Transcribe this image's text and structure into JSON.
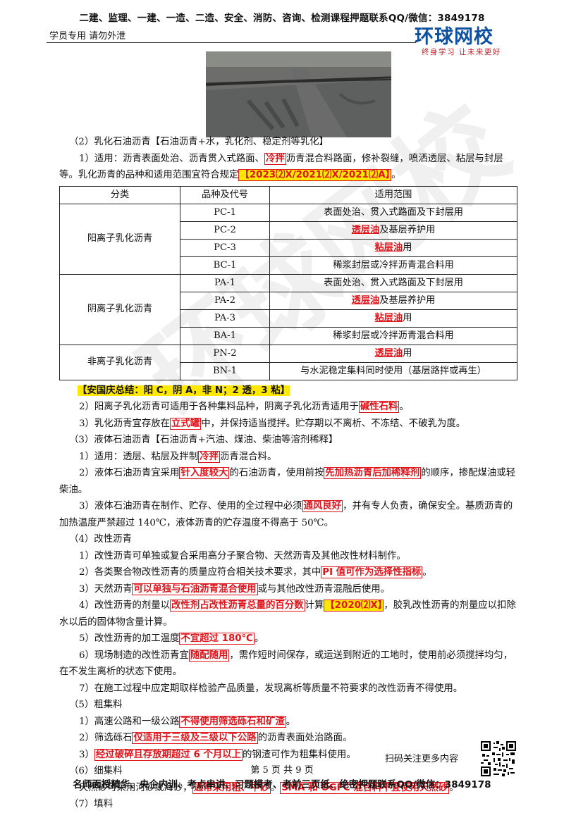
{
  "header": {
    "top_banner": "二建、监理、一建、一造、二造、安全、消防、咨询、检测课程押题联系QQ/微信：3849178",
    "left_note": "学员专用 请勿外泄",
    "logo_main": "环球网校",
    "logo_sub": "终身学习 让未来更好"
  },
  "sec2": {
    "title": "（2）乳化石油沥青【石油沥青+水，乳化剂、稳定剂等乳化】",
    "p1_a": "1）适用：沥青表面处治、沥青贯入式路面、",
    "p1_hl": "冷拌",
    "p1_b": "沥青混合料路面，修补裂缝，喷洒透层、粘层与封层等。乳化沥青的品种和适用范围宜符合规定",
    "p1_exam": "【2023⑵X/2021⑵X/2021⑵A】",
    "p1_c": "。"
  },
  "table": {
    "headers": [
      "分类",
      "品种及代号",
      "适用范围"
    ],
    "groups": [
      {
        "category": "阳离子乳化沥青",
        "rows": [
          {
            "code": "PC-1",
            "pre": "表面处治、贯入式路面及下封层用",
            "hl": "",
            "post": ""
          },
          {
            "code": "PC-2",
            "pre": "",
            "hl": "透层油",
            "post": "及基层养护用"
          },
          {
            "code": "PC-3",
            "pre": "",
            "hl": "粘层油",
            "post": "用"
          },
          {
            "code": "BC-1",
            "pre": "稀浆封层或冷拌沥青混合料用",
            "hl": "",
            "post": ""
          }
        ]
      },
      {
        "category": "阴离子乳化沥青",
        "rows": [
          {
            "code": "PA-1",
            "pre": "表面处治、贯入式路面及下封层用",
            "hl": "",
            "post": ""
          },
          {
            "code": "PA-2",
            "pre": "",
            "hl": "透层油",
            "post": "及基层养护用"
          },
          {
            "code": "PA-3",
            "pre": "",
            "hl": "粘层油",
            "post": "用"
          },
          {
            "code": "BA-1",
            "pre": "稀浆封层或冷拌沥青混合料用",
            "hl": "",
            "post": ""
          }
        ]
      },
      {
        "category": "非离子乳化沥青",
        "rows": [
          {
            "code": "PN-2",
            "pre": "",
            "hl": "透层油",
            "post": "用"
          },
          {
            "code": "BN-1",
            "pre": "与水泥稳定集料同时使用（基层路拌或再生）",
            "hl": "",
            "post": ""
          }
        ]
      }
    ]
  },
  "summary": "【安国庆总结：阳 C，阴 A，非 N；2 透，3 粘】",
  "lines": {
    "l2_a": "2）阳离子乳化沥青可适用于各种集料品种，阴离子乳化沥青适用于",
    "l2_hl": "碱性石料",
    "l2_b": "。",
    "l3_a": "3）乳化沥青宜存放在",
    "l3_hl": "立式罐",
    "l3_b": "中，并保持适当搅拌。贮存期以不离析、不冻结、不破乳为度。",
    "s3_title": "（3）液体石油沥青【石油沥青+汽油、煤油、柴油等溶剂稀释】",
    "s3_1a": "1）适用：透层、粘层及拌制",
    "s3_1hl": "冷拌",
    "s3_1b": "沥青混合料。",
    "s3_2a": "2）液体石油沥青宜采用",
    "s3_2hl": "针入度较大",
    "s3_2b": "的石油沥青，使用前按",
    "s3_2hl2": "先加热沥青后加稀释剂",
    "s3_2c": "的顺序，掺配煤油或轻柴油。",
    "s3_3a": "3）液体石油沥青在制作、贮存、使用的全过程中必须",
    "s3_3hl": "通风良好",
    "s3_3b": "，并有专人负责，确保安全。基质沥青的加热温度严禁超过 140℃，液体沥青的贮存温度不得高于 50℃。",
    "s4_title": "（4）改性沥青",
    "s4_1": "1）改性沥青可单独或复合采用高分子聚合物、天然沥青及其他改性材料制作。",
    "s4_2a": "2）各类聚合物改性沥青的质量应符合相关技术要求，其中",
    "s4_2hl": "PI 值可作为选择性指标",
    "s4_2b": "。",
    "s4_3a": "3）天然沥青",
    "s4_3hl": "可以单独与石油沥青混合使用",
    "s4_3b": "或与其他改性沥青混融后使用。",
    "s4_4a": "4）改性沥青的剂量以",
    "s4_4hl": "改性剂占改性沥青总量的百分数",
    "s4_4b": "计算",
    "s4_4exam": "【2020⑵X】",
    "s4_4c": "，胶乳改性沥青的剂量应以扣除水以后的固体物含量计算。",
    "s4_5a": "5）改性沥青的加工温度",
    "s4_5hl": "不宜超过 180℃",
    "s4_5b": "。",
    "s4_6a": "6）现场制造的改性沥青宜",
    "s4_6hl": "随配随用",
    "s4_6b": "，需作短时间保存，或运送到附近的工地时，使用前必须搅拌均匀，在不发生离析的状态下使用。",
    "s4_7": "7）在施工过程中应定期取样检验产品质量，发现离析等质量不符要求的改性沥青不得使用。",
    "s5_title": "（5）粗集料",
    "s5_1a": "1）高速公路和一级公路",
    "s5_1hl": "不得使用筛选砾石和矿渣",
    "s5_1b": "。",
    "s5_2a": "2）筛选砾石",
    "s5_2hl": "仅适用于三级及三级以下公路",
    "s5_2b": "的沥青表面处治路面。",
    "s5_3a": "3）",
    "s5_3hl": "经过破碎且存放期超过 6 个月以上",
    "s5_3b": "的钢渣可作为粗集料使用。",
    "s6_title": "（6）细集料",
    "s6_1a": "天然砂可采用河砂或海砂，",
    "s6_1hl": "通常采用粗、中砂",
    "s6_1b": "。",
    "s6_1hl2": "SMA 和 OGFC 混合料不宜使用天然砂",
    "s6_1c": "。",
    "s7_title": "（7）填料"
  },
  "footer": {
    "qr_text": "扫码关注更多内容",
    "page_number": "第 5 页 共 9 页",
    "bottom_banner": "名师面授精华、央企内训、考点串讲、习题模考、考前三页纸、绝密押题联系QQ/微信：3849178"
  }
}
